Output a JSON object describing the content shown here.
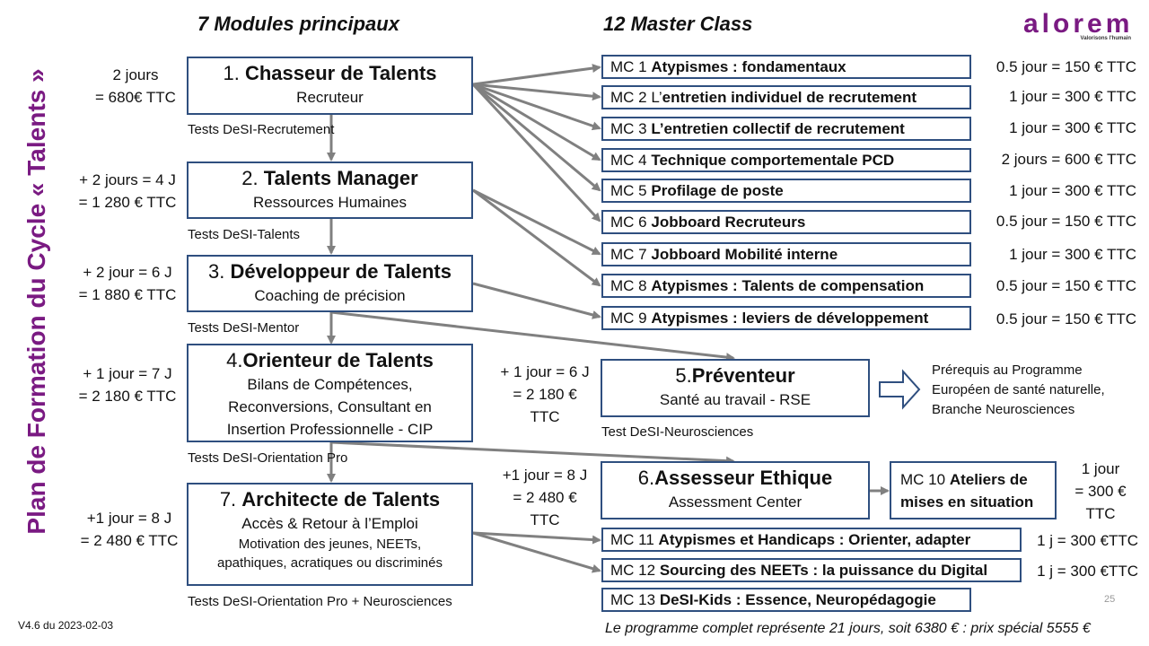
{
  "title": "Plan de Formation du Cycle « Talents »",
  "headers": {
    "modules": "7 Modules principaux",
    "masterclass": "12 Master Class"
  },
  "logo": {
    "text": "alorem",
    "tagline": "Valorisons l'humain"
  },
  "modules": [
    {
      "num": "1. ",
      "name": "Chasseur de Talents",
      "sub": [
        "Recruteur"
      ],
      "cost": [
        "2 jours",
        "= 680€ TTC"
      ],
      "test": "Tests DeSI-Recrutement"
    },
    {
      "num": "2. ",
      "name": "Talents Manager",
      "sub": [
        "Ressources Humaines"
      ],
      "cost": [
        "+ 2 jours = 4 J",
        "= 1 280 € TTC"
      ],
      "test": "Tests DeSI-Talents"
    },
    {
      "num": "3. ",
      "name": "Développeur de Talents",
      "sub": [
        "Coaching de précision"
      ],
      "cost": [
        "+ 2 jour = 6 J",
        "= 1 880 € TTC"
      ],
      "test": "Tests DeSI-Mentor"
    },
    {
      "num": "4.",
      "name": "Orienteur de Talents",
      "sub": [
        "Bilans de Compétences,",
        "Reconversions, Consultant en",
        "Insertion Professionnelle - CIP"
      ],
      "cost": [
        "+ 1 jour = 7 J",
        "= 2 180 € TTC"
      ],
      "test": "Tests DeSI-Orientation Pro"
    },
    {
      "num": "5.",
      "name": "Préventeur",
      "sub": [
        "Santé au travail - RSE"
      ],
      "cost": [
        "+ 1 jour = 6 J",
        "= 2 180 €",
        "TTC"
      ],
      "test": "Test DeSI-Neurosciences"
    },
    {
      "num": "6.",
      "name": "Assesseur Ethique",
      "sub": [
        "Assessment Center"
      ],
      "cost": [
        "+1 jour = 8 J",
        "= 2 480 €",
        "TTC"
      ],
      "test": ""
    },
    {
      "num": "7. ",
      "name": "Architecte de Talents",
      "sub": [
        "Accès & Retour à l’Emploi",
        "Motivation des jeunes, NEETs,",
        "apathiques, acratiques ou discriminés"
      ],
      "cost": [
        "+1 jour = 8 J",
        "= 2 480 € TTC"
      ],
      "test": "Tests DeSI-Orientation Pro + Neurosciences"
    }
  ],
  "prerequis": [
    "Prérequis au Programme",
    "Européen de santé naturelle,",
    "Branche Neurosciences"
  ],
  "masterclasses": [
    {
      "id": "MC 1",
      "pre": "",
      "name": "Atypismes : fondamentaux",
      "price": "0.5 jour = 150 € TTC"
    },
    {
      "id": "MC 2",
      "pre": "L’",
      "name": "entretien individuel de recrutement",
      "price": "1 jour = 300 € TTC"
    },
    {
      "id": "MC 3",
      "pre": "",
      "name": "L’entretien collectif de recrutement",
      "price": "1 jour = 300 € TTC"
    },
    {
      "id": "MC 4",
      "pre": "",
      "name": "Technique comportementale PCD",
      "price": "2 jours = 600 € TTC"
    },
    {
      "id": "MC 5",
      "pre": "",
      "name": "Profilage de poste",
      "price": "1 jour = 300 € TTC"
    },
    {
      "id": "MC 6",
      "pre": "",
      "name": "Jobboard Recruteurs",
      "price": "0.5 jour = 150 € TTC"
    },
    {
      "id": "MC 7",
      "pre": "",
      "name": "Jobboard Mobilité interne",
      "price": "1 jour = 300 € TTC"
    },
    {
      "id": "MC 8",
      "pre": "",
      "name": "Atypismes : Talents de compensation",
      "price": "0.5 jour = 150 € TTC"
    },
    {
      "id": "MC 9",
      "pre": "",
      "name": "Atypismes : leviers de développement",
      "price": "0.5 jour = 150 € TTC"
    },
    {
      "id": "MC 10",
      "pre": "",
      "name": "Ateliers de",
      "name2": "mises en situation",
      "price_lines": [
        "1 jour",
        "= 300 €",
        "TTC"
      ]
    },
    {
      "id": "MC 11",
      "pre": "",
      "name": "Atypismes et Handicaps : Orienter, adapter",
      "price": "1 j = 300 €TTC"
    },
    {
      "id": "MC 12",
      "pre": "",
      "name": "Sourcing des NEETs : la puissance du Digital",
      "price": "1 j = 300 €TTC"
    },
    {
      "id": "MC 13",
      "pre": "",
      "name": "DeSI-Kids : Essence, Neuropédagogie",
      "price": ""
    }
  ],
  "footer": {
    "version": "V4.6 du 2023-02-03",
    "total": "Le programme complet représente 21 jours, soit 6380 € : prix spécial 5555 €",
    "page": "25"
  },
  "colors": {
    "title": "#7a1a82",
    "box_border": "#2f4f7f",
    "arrow": "#808080"
  }
}
